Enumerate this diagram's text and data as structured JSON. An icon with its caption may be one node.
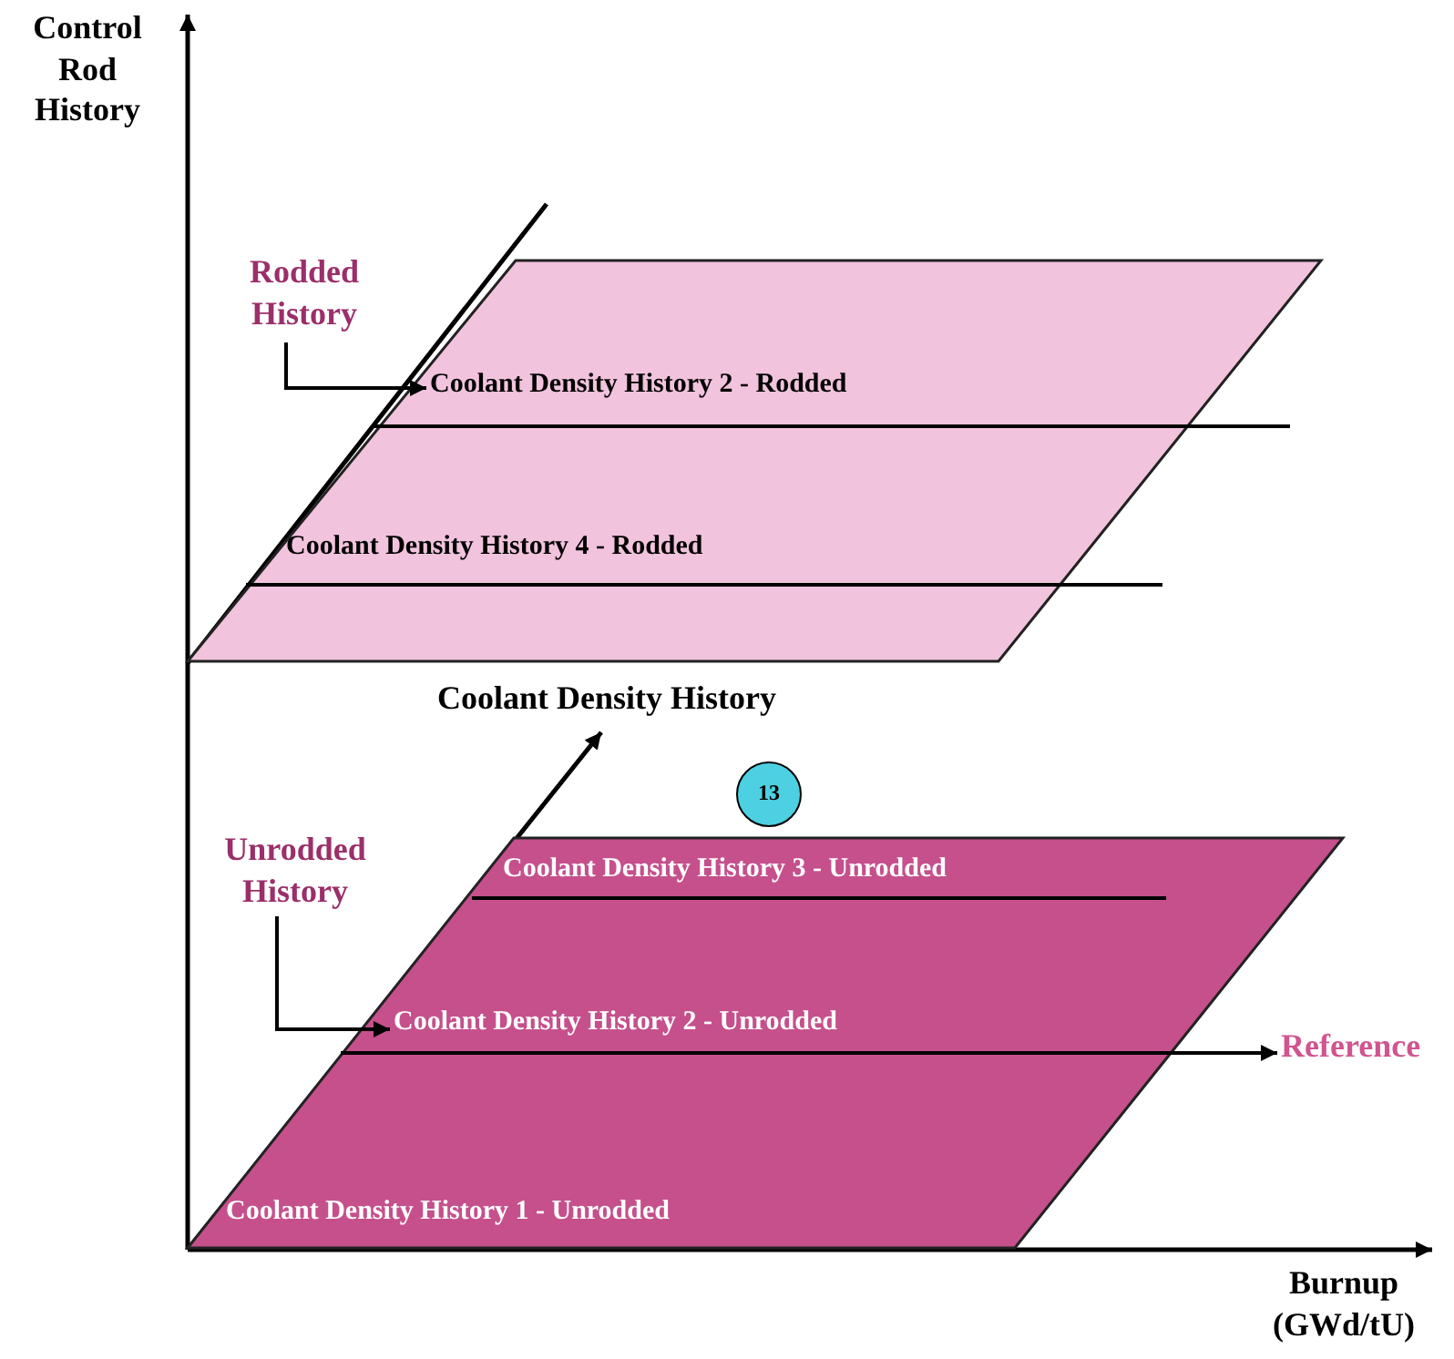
{
  "diagram": {
    "nodes": [
      {
        "text": [],
        "shape": "parallelogram"
      },
      {
        "text": [
          "Rodded History"
        ]
      },
      {
        "text": [
          "Coolant Density History 2 - Rodded"
        ],
        "in": 0
      },
      {
        "text": [
          "Coolant Density History 4 - Rodded"
        ],
        "in": 0
      },
      {
        "text": [],
        "shape": "parallelogram"
      },
      {
        "text": [
          "Unrodded History"
        ]
      },
      {
        "text": [
          "Coolant Density History 3 - Unrodded"
        ],
        "in": 4
      },
      {
        "text": [
          "Coolant Density History 2 - Unrodded"
        ],
        "in": 4
      },
      {
        "text": [
          "Coolant Density History 1 - Unrodded"
        ],
        "in": 4
      },
      {
        "text": [
          "Reference"
        ]
      },
      {
        "text": [
          "13"
        ]
      }
    ],
    "edges": [
      {
        "from": 1,
        "to": 2,
        "arrow": "to"
      },
      {
        "from": 5,
        "to": 7,
        "arrow": "to"
      },
      {
        "from": 7,
        "to": 9,
        "arrow": "to"
      }
    ],
    "labels": [
      "Control Rod History",
      "Coolant Density History",
      "Burnup (GWd/tU)"
    ]
  }
}
